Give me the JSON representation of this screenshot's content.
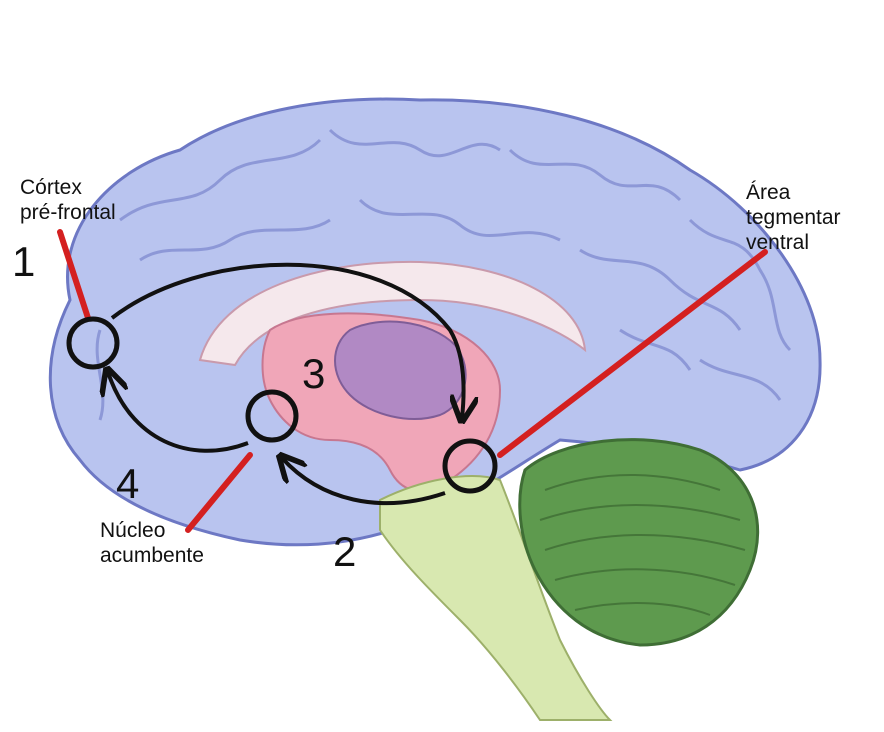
{
  "regions": [
    {
      "id": "pfc",
      "label": "Córtex\npré-frontal"
    },
    {
      "id": "vta",
      "label": "Área\ntegmentar\nventral"
    },
    {
      "id": "nac",
      "label": "Núcleo\nacumbente"
    }
  ],
  "pathway_numbers": [
    "1",
    "2",
    "3",
    "4"
  ],
  "colors": {
    "cortex": "#b9c4ef",
    "cortex_outline": "#6d78c4",
    "cerebellum": "#5e9a4e",
    "brainstem": "#d8e8b0",
    "limbic_pink": "#f0a6b8",
    "thalamus_purple": "#b189c4",
    "pointer_line": "#d42020",
    "circle_arrow": "#111111"
  }
}
